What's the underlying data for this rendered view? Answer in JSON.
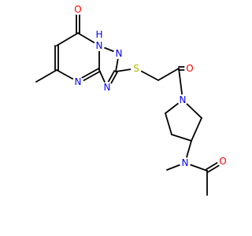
{
  "colors": {
    "background": "#ffffff",
    "bond": "#000000",
    "O": "#ff0000",
    "N": "#0000ff",
    "S": "#b2b200"
  },
  "atoms": [
    {
      "id": "o1",
      "element": "O",
      "text": "O"
    },
    {
      "id": "n1",
      "element": "N",
      "text": "N"
    },
    {
      "id": "n1h",
      "element": "N",
      "text": "H"
    },
    {
      "id": "n2",
      "element": "N",
      "text": "N"
    },
    {
      "id": "n3",
      "element": "N",
      "text": "N"
    },
    {
      "id": "n4",
      "element": "N",
      "text": "N"
    },
    {
      "id": "s1",
      "element": "S",
      "text": "S"
    },
    {
      "id": "o2",
      "element": "O",
      "text": "O"
    },
    {
      "id": "n5",
      "element": "N",
      "text": "N"
    },
    {
      "id": "n6",
      "element": "N",
      "text": "N"
    },
    {
      "id": "o3",
      "element": "O",
      "text": "O"
    }
  ],
  "bonds_count": 29
}
